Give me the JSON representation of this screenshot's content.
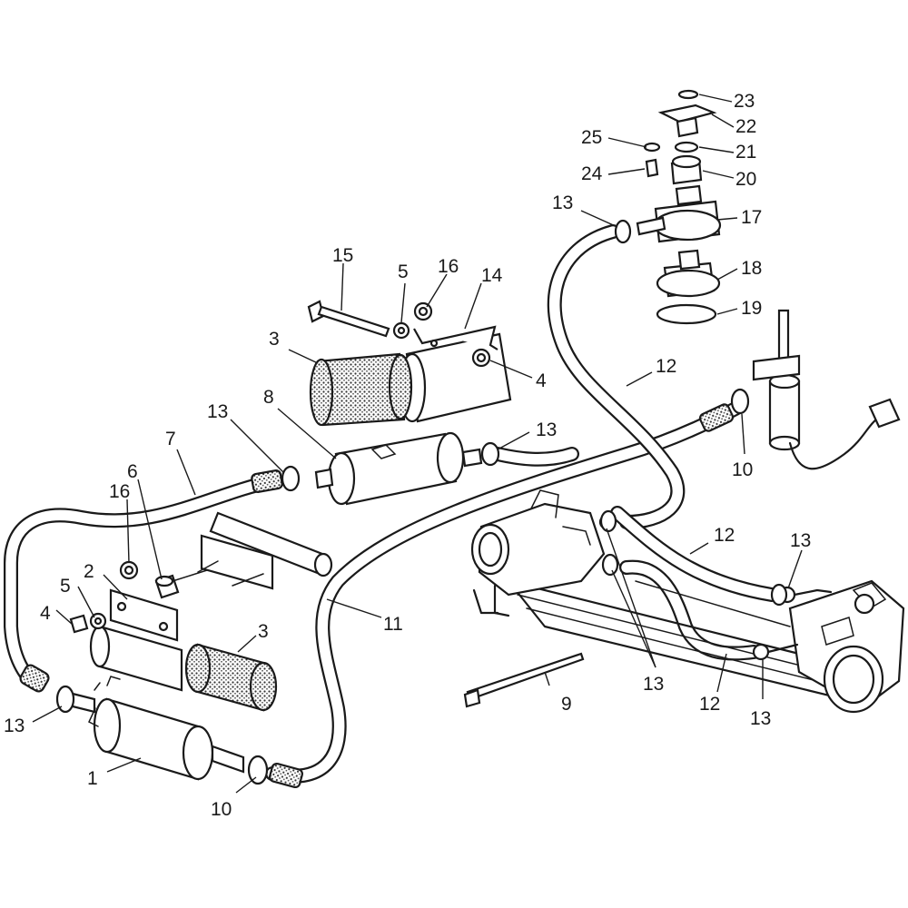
{
  "callouts": {
    "c1": "1",
    "c2": "2",
    "c3a": "3",
    "c3b": "3",
    "c4a": "4",
    "c4b": "4",
    "c5a": "5",
    "c5b": "5",
    "c6": "6",
    "c7": "7",
    "c8": "8",
    "c9": "9",
    "c10a": "10",
    "c10b": "10",
    "c11": "11",
    "c12a": "12",
    "c12b": "12",
    "c12c": "12",
    "c13a": "13",
    "c13b": "13",
    "c13c": "13",
    "c13d": "13",
    "c13e": "13",
    "c13f": "13",
    "c13g": "13",
    "c14": "14",
    "c15": "15",
    "c16a": "16",
    "c16b": "16",
    "c17": "17",
    "c18": "18",
    "c19": "19",
    "c20": "20",
    "c21": "21",
    "c22": "22",
    "c23": "23",
    "c24": "24",
    "c25": "25"
  }
}
